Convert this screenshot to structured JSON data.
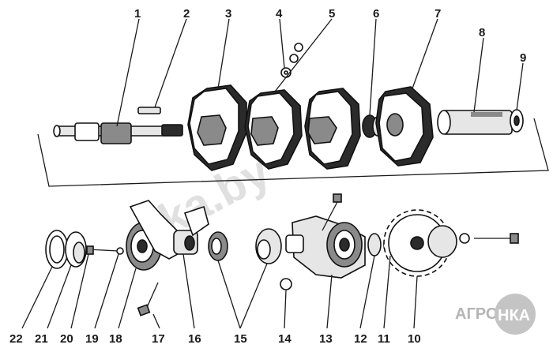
{
  "callouts": [
    "1",
    "2",
    "3",
    "4",
    "5",
    "6",
    "7",
    "8",
    "9",
    "10",
    "11",
    "12",
    "13",
    "14",
    "15",
    "16",
    "17",
    "18",
    "19",
    "20",
    "21",
    "22"
  ],
  "watermark": "ka.by",
  "logo": {
    "left": "АГРО",
    "right": "НКА"
  }
}
